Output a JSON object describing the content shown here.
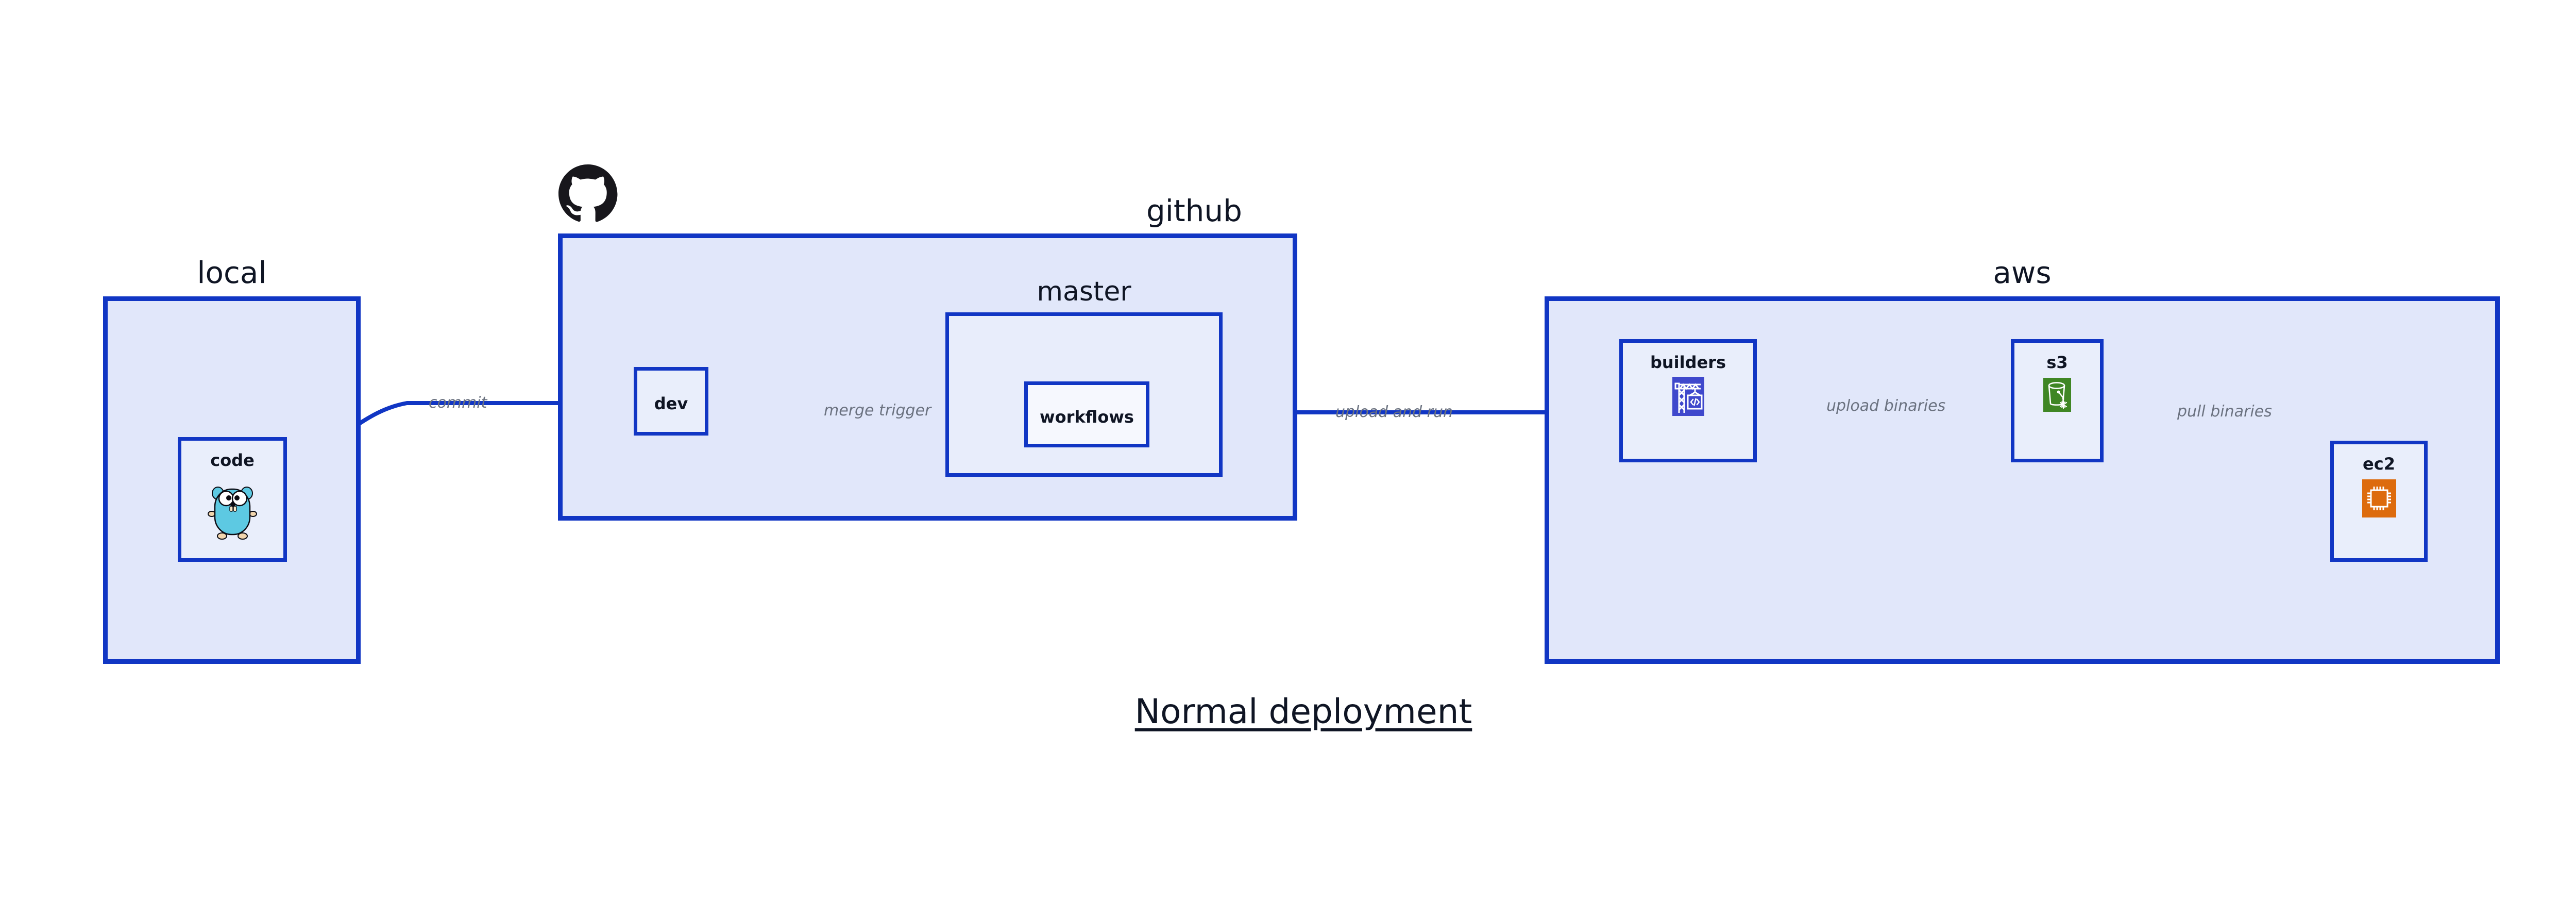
{
  "title": "Normal deployment",
  "colors": {
    "edge": "#1136c4",
    "group_fill": "#e1e7fa",
    "subgroup_fill": "#e8edfb",
    "node_fill": "#e9eefb",
    "label_text": "#0f1524",
    "edge_label_text": "#6b7280",
    "builders_icon_bg": "#3f48cc",
    "s3_icon_bg": "#3f8624",
    "ec2_icon_bg": "#dd6b0d",
    "gopher_body": "#5dc9e2"
  },
  "groups": {
    "local": {
      "label": "local"
    },
    "github": {
      "label": "github"
    },
    "aws": {
      "label": "aws"
    }
  },
  "subgroups": {
    "master": {
      "label": "master"
    }
  },
  "nodes": {
    "code": {
      "label": "code",
      "icon": "go-gopher-icon"
    },
    "dev": {
      "label": "dev"
    },
    "workflows": {
      "label": "workflows"
    },
    "builders": {
      "label": "builders",
      "icon": "aws-codebuild-crane-icon"
    },
    "s3": {
      "label": "s3",
      "icon": "aws-s3-bucket-snowflake-icon"
    },
    "ec2": {
      "label": "ec2",
      "icon": "aws-ec2-chip-icon"
    }
  },
  "icons": {
    "github_logo": "github-octocat-icon"
  },
  "edges": [
    {
      "id": "commit",
      "label": "commit",
      "from": "code",
      "to": "dev"
    },
    {
      "id": "merge-trigger",
      "label": "merge trigger",
      "from": "dev",
      "to": "workflows"
    },
    {
      "id": "upload-and-run",
      "label": "upload and run",
      "from": "workflows",
      "to": "builders"
    },
    {
      "id": "upload-binaries",
      "label": "upload binaries",
      "from": "builders",
      "to": "s3"
    },
    {
      "id": "pull-binaries",
      "label": "pull binaries",
      "from": "s3",
      "to": "ec2"
    }
  ]
}
